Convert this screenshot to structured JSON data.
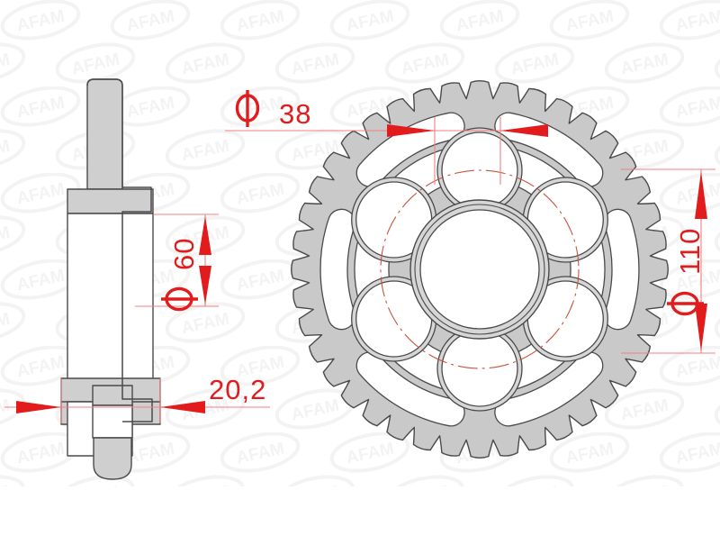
{
  "drawing": {
    "title": "AFAM rear sprocket technical drawing",
    "watermark_text": "AFAM",
    "views": [
      {
        "name": "side-section-view",
        "label": ""
      },
      {
        "name": "front-face-view",
        "label": ""
      }
    ]
  },
  "dimensions": {
    "bolt_hole_diameter": {
      "name": "bolt-hole-diameter",
      "symbol": "Ø",
      "value": "38",
      "unit": "mm",
      "orientation": "horizontal"
    },
    "center_bore_diameter": {
      "name": "center-bore-diameter",
      "symbol": "Ø",
      "value": "60",
      "unit": "mm",
      "orientation": "vertical"
    },
    "bolt_circle_diameter": {
      "name": "bolt-circle-diameter",
      "symbol": "Ø",
      "value": "110",
      "unit": "mm",
      "orientation": "vertical"
    },
    "hub_width": {
      "name": "hub-width",
      "symbol": "",
      "value": "20,2",
      "unit": "mm",
      "orientation": "horizontal"
    }
  },
  "sprocket": {
    "tooth_count": 40,
    "bolt_hole_count": 6,
    "lightening_hole_count": 6,
    "arc_slot_count": 6,
    "small_slot_count": 6
  },
  "colors": {
    "dimension_red": "#e21c1c",
    "dimension_line": "#f08080",
    "metal_fill": "#c9c9c9",
    "metal_light": "#d6d6d6",
    "outline": "#4a4a4a",
    "watermark": "#f2f2f2",
    "background": "#ffffff"
  }
}
